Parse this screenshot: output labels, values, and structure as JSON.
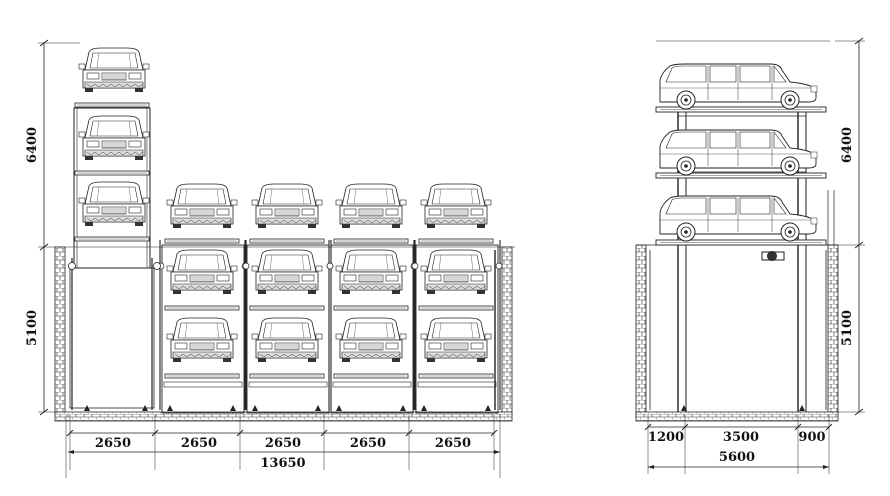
{
  "dimensions": {
    "front": {
      "height_above": "6400",
      "depth_below": "5100",
      "bays": [
        "2650",
        "2650",
        "2650",
        "2650",
        "2650"
      ],
      "total_width": "13650"
    },
    "side": {
      "height_above": "6400",
      "depth_below": "5100",
      "segments": [
        "1200",
        "3500",
        "900"
      ],
      "total_width": "5600"
    }
  },
  "colors": {
    "line": "#222222",
    "background": "#ffffff"
  }
}
